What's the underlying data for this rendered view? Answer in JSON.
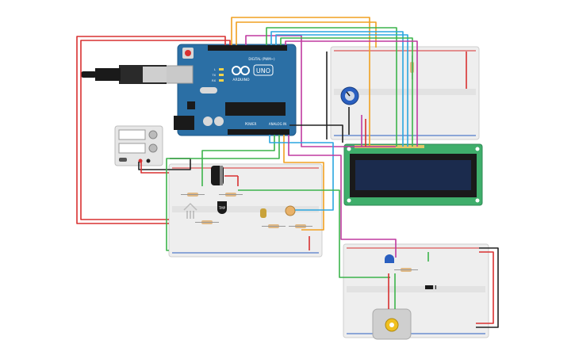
{
  "arduino": {
    "board_label": "UNO",
    "brand_label": "ARDUINO",
    "digital_label": "DIGITAL (PWM~)",
    "power_label": "POWER",
    "analog_label": "ANALOG IN",
    "led_labels": [
      "L",
      "TX",
      "RX"
    ]
  },
  "sensor": {
    "label": "TMP"
  },
  "colors": {
    "board_blue": "#2b6fa5",
    "lcd_green": "#3fae6b",
    "lcd_screen": "#1b2b4d",
    "wire_red": "#d83030",
    "wire_black": "#222222",
    "wire_orange": "#f0a020",
    "wire_green": "#3cb44b",
    "wire_blue": "#2aa6e0",
    "wire_purple": "#c03aa0",
    "breadboard": "#eeeeee"
  }
}
